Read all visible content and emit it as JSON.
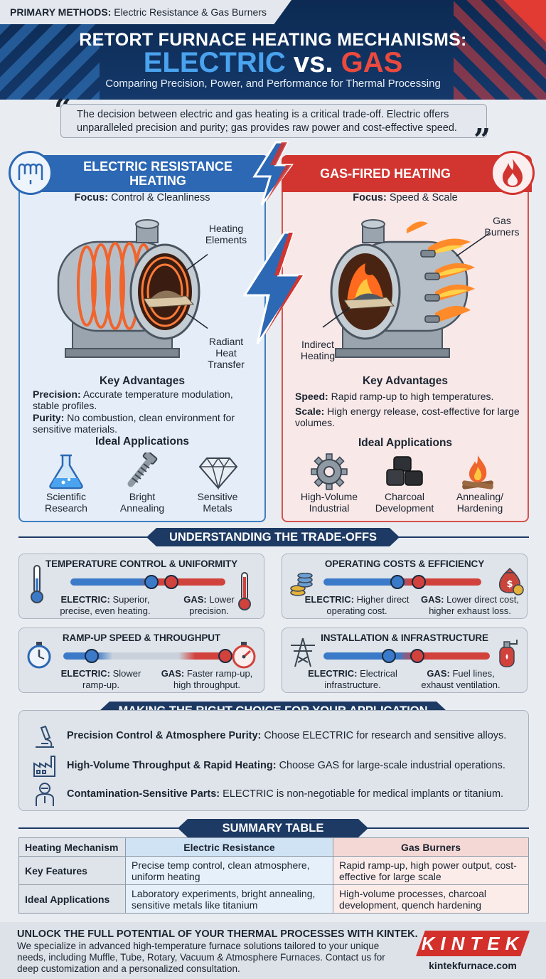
{
  "header": {
    "primary_label": "PRIMARY METHODS:",
    "primary_value": "Electric Resistance & Gas Burners",
    "title_line1": "RETORT FURNACE HEATING MECHANISMS:",
    "title_electric": "ELECTRIC",
    "title_vs": "vs.",
    "title_gas": "GAS",
    "subtitle": "Comparing Precision, Power, and Performance for Thermal Processing"
  },
  "quote": "The decision between electric and gas heating is a critical trade-off. Electric offers unparalleled precision and purity; gas provides raw power and cost-effective speed.",
  "electric": {
    "title": "ELECTRIC RESISTANCE HEATING",
    "focus_label": "Focus:",
    "focus_value": "Control & Cleanliness",
    "callout_elements": "Heating Elements",
    "callout_radiant": "Radiant Heat Transfer",
    "advantages_title": "Key Advantages",
    "adv1_label": "Precision:",
    "adv1_text": "Accurate temperature modulation, stable profiles.",
    "adv2_label": "Purity:",
    "adv2_text": "No combustion, clean environment for sensitive materials.",
    "apps_title": "Ideal Applications",
    "apps": [
      "Scientific Research",
      "Bright Annealing",
      "Sensitive Metals"
    ]
  },
  "gas": {
    "title": "GAS-FIRED HEATING",
    "focus_label": "Focus:",
    "focus_value": "Speed & Scale",
    "callout_burners": "Gas Burners",
    "callout_indirect": "Indirect Heating",
    "advantages_title": "Key Advantages",
    "adv1_label": "Speed:",
    "adv1_text": "Rapid ramp-up to high temperatures.",
    "adv2_label": "Scale:",
    "adv2_text": "High energy release, cost-effective for large volumes.",
    "apps_title": "Ideal Applications",
    "apps": [
      "High-Volume Industrial",
      "Charcoal Development",
      "Annealing/ Hardening"
    ]
  },
  "tradeoffs": {
    "title": "UNDERSTANDING THE TRADE-OFFS",
    "cards": [
      {
        "title": "TEMPERATURE CONTROL & UNIFORMITY",
        "e_label": "ELECTRIC:",
        "e_text": "Superior, precise, even heating.",
        "g_label": "GAS:",
        "g_text": "Lower precision."
      },
      {
        "title": "OPERATING COSTS & EFFICIENCY",
        "e_label": "ELECTRIC:",
        "e_text": "Higher direct operating cost.",
        "g_label": "GAS:",
        "g_text": "Lower direct cost, higher exhaust loss."
      },
      {
        "title": "RAMP-UP SPEED & THROUGHPUT",
        "e_label": "ELECTRIC:",
        "e_text": "Slower ramp-up.",
        "g_label": "GAS:",
        "g_text": "Faster ramp-up, high throughput."
      },
      {
        "title": "INSTALLATION & INFRASTRUCTURE",
        "e_label": "ELECTRIC:",
        "e_text": "Electrical infrastructure.",
        "g_label": "GAS:",
        "g_text": "Fuel lines, exhaust ventilation."
      }
    ]
  },
  "choice": {
    "title": "MAKING THE RIGHT CHOICE FOR YOUR APPLICATION",
    "rows": [
      {
        "label": "Precision Control & Atmosphere Purity:",
        "text": "Choose ELECTRIC for research and sensitive alloys."
      },
      {
        "label": "High-Volume Throughput & Rapid Heating:",
        "text": "Choose GAS for large-scale industrial operations."
      },
      {
        "label": "Contamination-Sensitive Parts:",
        "text": "ELECTRIC is non-negotiable for medical implants or titanium."
      }
    ]
  },
  "summary": {
    "title": "SUMMARY TABLE",
    "headers": [
      "Heating Mechanism",
      "Electric Resistance",
      "Gas Burners"
    ],
    "rows": [
      [
        "Key Features",
        "Precise temp control, clean atmosphere, uniform heating",
        "Rapid ramp-up, high power output, cost-effective for large scale"
      ],
      [
        "Ideal Applications",
        "Laboratory experiments, bright annealing, sensitive metals like titanium",
        "High-volume processes, charcoal development, quench hardening"
      ]
    ]
  },
  "footer": {
    "headline": "UNLOCK THE FULL POTENTIAL OF YOUR THERMAL PROCESSES WITH KINTEK.",
    "body": "We specialize in advanced high-temperature furnace solutions tailored to your unique needs, including Muffle, Tube, Rotary, Vacuum & Atmosphere Furnaces. Contact us for deep customization and a personalized consultation.",
    "logo": "KINTEK",
    "website": "kintekfurnace.com"
  },
  "colors": {
    "electric_blue": "#2c68b4",
    "gas_red": "#d2342f",
    "navy": "#1c3a63"
  }
}
